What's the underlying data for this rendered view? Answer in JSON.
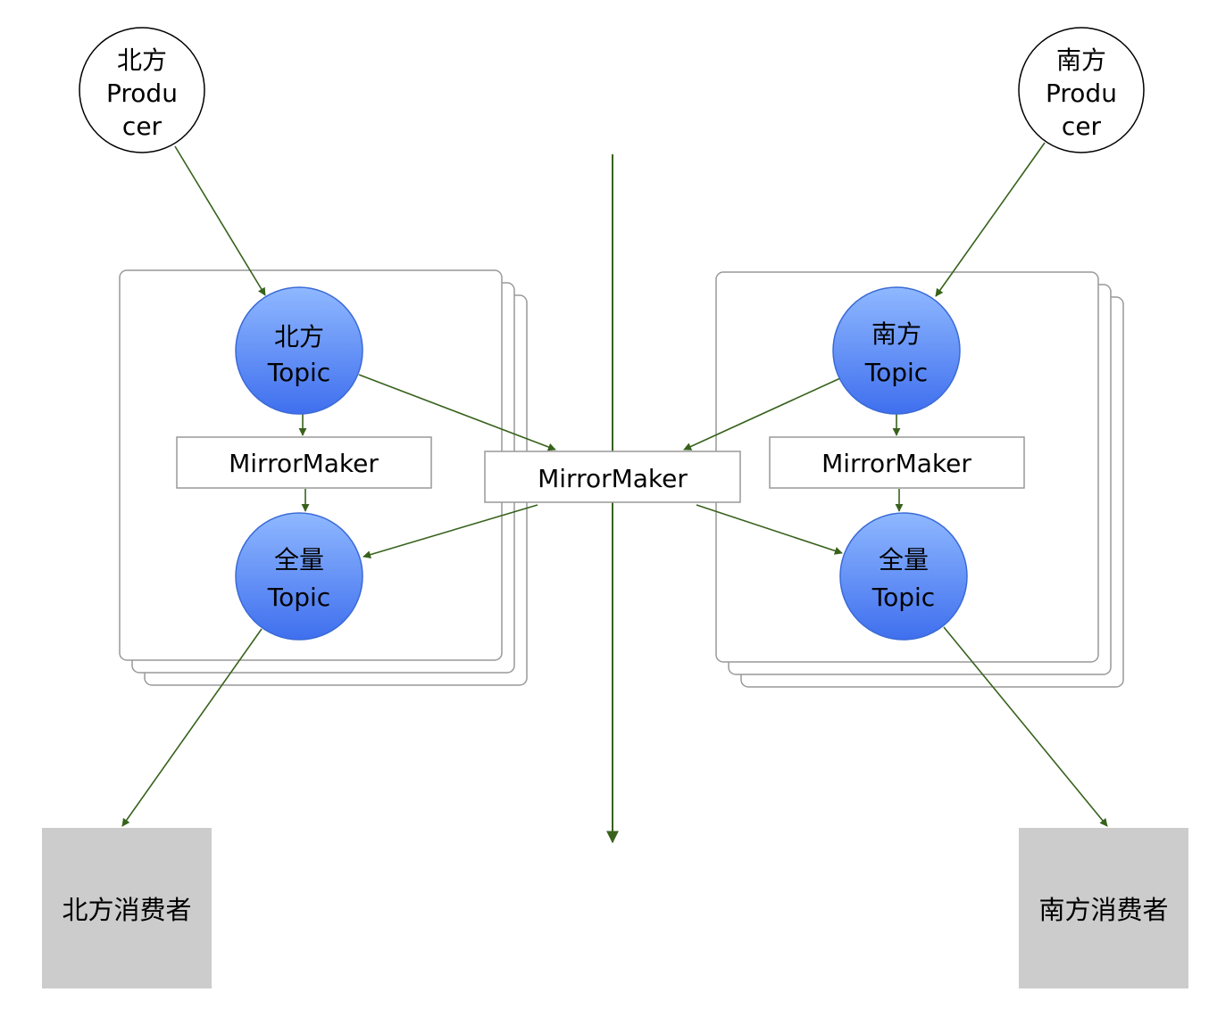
{
  "nodes": {
    "north_producer": {
      "line1": "北方",
      "line2": "Produ",
      "line3": "cer"
    },
    "south_producer": {
      "line1": "南方",
      "line2": "Produ",
      "line3": "cer"
    },
    "north_topic": {
      "line1": "北方",
      "line2": "Topic"
    },
    "south_topic": {
      "line1": "南方",
      "line2": "Topic"
    },
    "north_full_topic": {
      "line1": "全量",
      "line2": "Topic"
    },
    "south_full_topic": {
      "line1": "全量",
      "line2": "Topic"
    },
    "north_mirrormaker": {
      "label": "MirrorMaker"
    },
    "center_mirrormaker": {
      "label": "MirrorMaker"
    },
    "south_mirrormaker": {
      "label": "MirrorMaker"
    },
    "north_consumer": {
      "label": "北方消费者"
    },
    "south_consumer": {
      "label": "南方消费者"
    }
  },
  "colors": {
    "arrow": "#38621c",
    "topic_fill_top": "#8fb8ff",
    "topic_fill_bottom": "#3f6fee",
    "consumer_fill": "#cccccc",
    "cluster_stroke": "#999999"
  }
}
